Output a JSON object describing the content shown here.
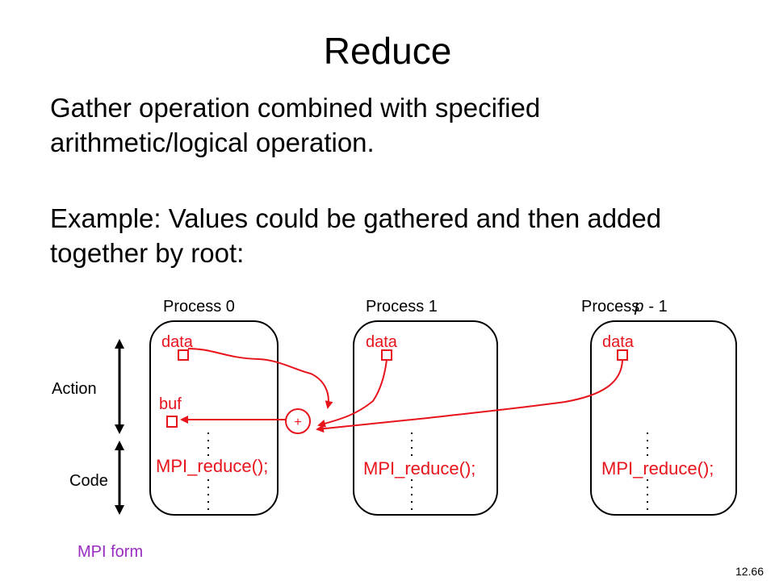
{
  "slide": {
    "title": "Reduce",
    "description": "Gather operation combined with specified arithmetic/logical operation.",
    "example": "Example: Values could be gathered and then added together by root:",
    "slide_number": "12.66"
  },
  "diagram": {
    "process_labels": [
      "Process 0",
      "Process 1",
      "Process"
    ],
    "process_last_suffix_var": "p",
    "process_last_suffix_rest": "- 1",
    "data_label": "data",
    "buf_label": "buf",
    "operator": "+",
    "call_label": "MPI_reduce();",
    "action_label": "Action",
    "code_label": "Code",
    "form_label": "MPI form",
    "colors": {
      "red": "#e8141c",
      "purple": "#9a2bc2",
      "black": "#000000"
    }
  }
}
